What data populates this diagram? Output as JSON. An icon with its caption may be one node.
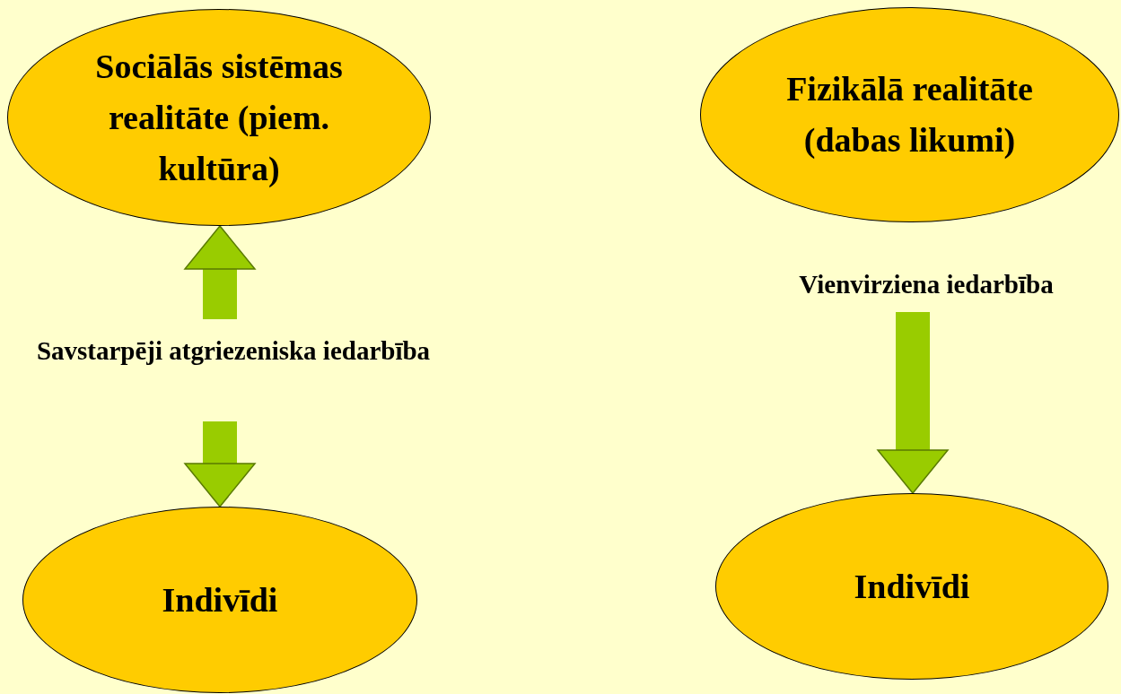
{
  "diagram": {
    "nodes": [
      {
        "text": [
          "Sociālās sistēmas realitāte (piem. kultūra)"
        ]
      },
      {
        "text": [
          "Indivīdi"
        ]
      },
      {
        "text": [
          "Fizikālā realitāte (dabas likumi)"
        ]
      },
      {
        "text": [
          "Indivīdi"
        ]
      }
    ],
    "edges": [
      {
        "from": 1,
        "to": 0,
        "arrow": "both",
        "label": "Savstarpēji atgriezeniska iedarbība"
      },
      {
        "from": 2,
        "to": 3,
        "arrow": "to",
        "label": "Vienvirziena iedarbība"
      }
    ]
  }
}
